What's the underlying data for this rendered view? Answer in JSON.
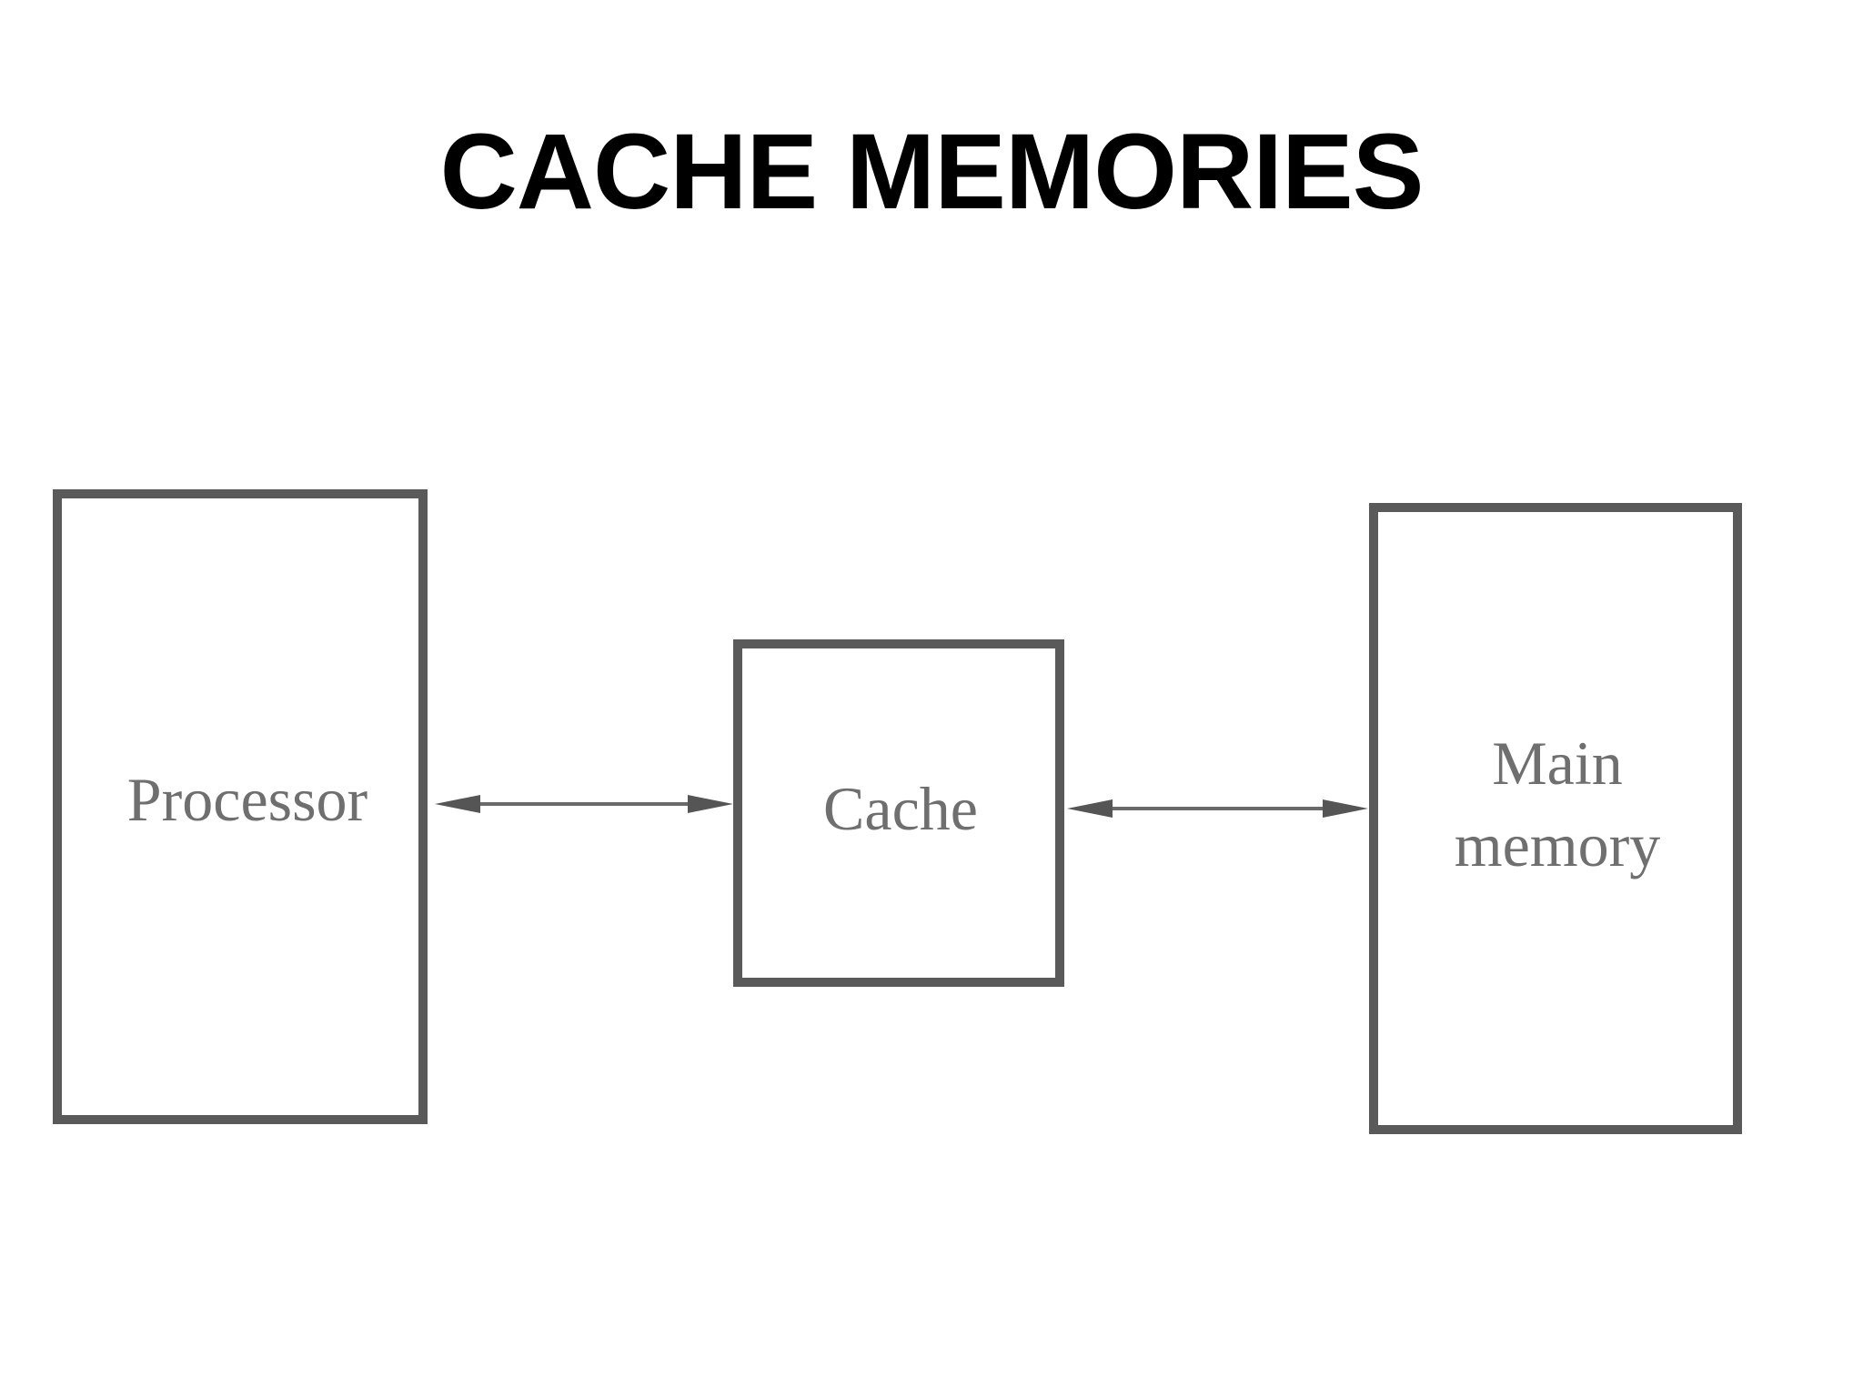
{
  "title": "CACHE MEMORIES",
  "diagram": {
    "nodes": {
      "processor": {
        "label": "Processor"
      },
      "cache": {
        "label": "Cache"
      },
      "main_memory": {
        "label_line1": "Main",
        "label_line2": "memory"
      }
    },
    "edges": [
      {
        "from": "processor",
        "to": "cache",
        "direction": "bidirectional"
      },
      {
        "from": "cache",
        "to": "main_memory",
        "direction": "bidirectional"
      }
    ]
  },
  "colors": {
    "title": "#000000",
    "box_border": "#5a5a5a",
    "label_text": "#6f6f6f",
    "arrow": "#6a6a6a"
  }
}
